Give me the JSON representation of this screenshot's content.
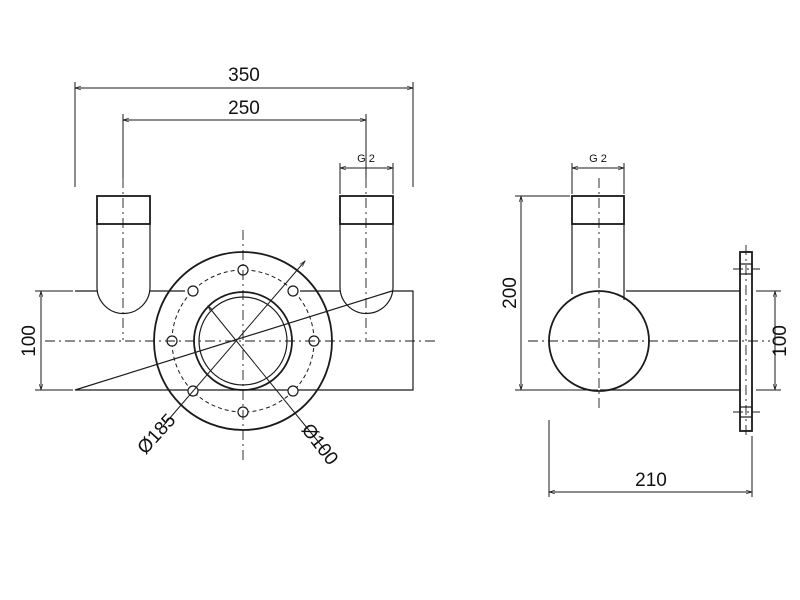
{
  "dimensions": {
    "overall_width": "350",
    "inlet_spacing": "250",
    "front_height": "100",
    "thread_front": "G 2",
    "flange_diameter": "Ø185",
    "bore_diameter": "Ø100",
    "thread_side": "G 2",
    "side_height": "200",
    "side_tube_height": "100",
    "depth": "210"
  },
  "colors": {
    "line": "#1a1a1a",
    "background": "#ffffff"
  }
}
